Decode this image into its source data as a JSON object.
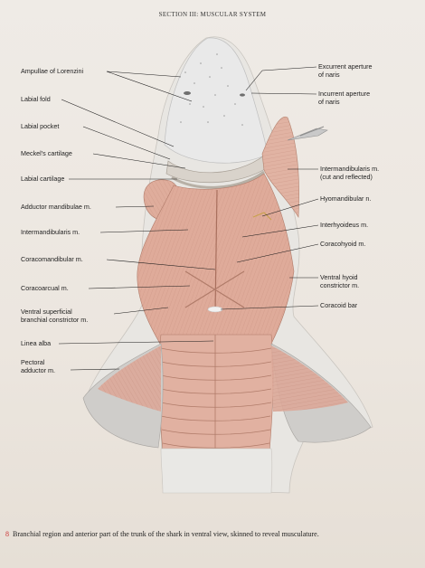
{
  "header": "SECTION III: MUSCULAR SYSTEM",
  "labels_left": {
    "ampullae": "Ampullae of Lorenzini",
    "labial_fold": "Labial fold",
    "labial_pocket": "Labial pocket",
    "meckels": "Meckel's cartilage",
    "labial_cartilage": "Labial cartilage",
    "adductor_mandibulae": "Adductor mandibulae m.",
    "intermandibularis": "Intermandibularis m.",
    "coracomandibular": "Coracomandibular m.",
    "coracoarcual": "Coracoarcual m.",
    "ventral_superficial": "Ventral superficial\nbranchial constrictor m.",
    "linea_alba": "Linea alba",
    "pectoral_adductor": "Pectoral\nadductor m."
  },
  "labels_right": {
    "excurrent": "Excurrent aperture\nof naris",
    "incurrent": "Incurrent aperture\nof naris",
    "intermandibularis_cut": "Intermandibularis m.\n(cut and reflected)",
    "hyomandibular": "Hyomandibular n.",
    "interhyoideus": "Interhyoideus m.",
    "coracohyoid": "Coracohyoid m.",
    "ventral_hyoid": "Ventral hyoid\nconstrictor m.",
    "coracoid_bar": "Coracoid bar"
  },
  "caption": {
    "figure_number": "8",
    "text": "Branchial region and anterior part of the trunk of the shark in ventral view, skinned to reveal musculature."
  }
}
